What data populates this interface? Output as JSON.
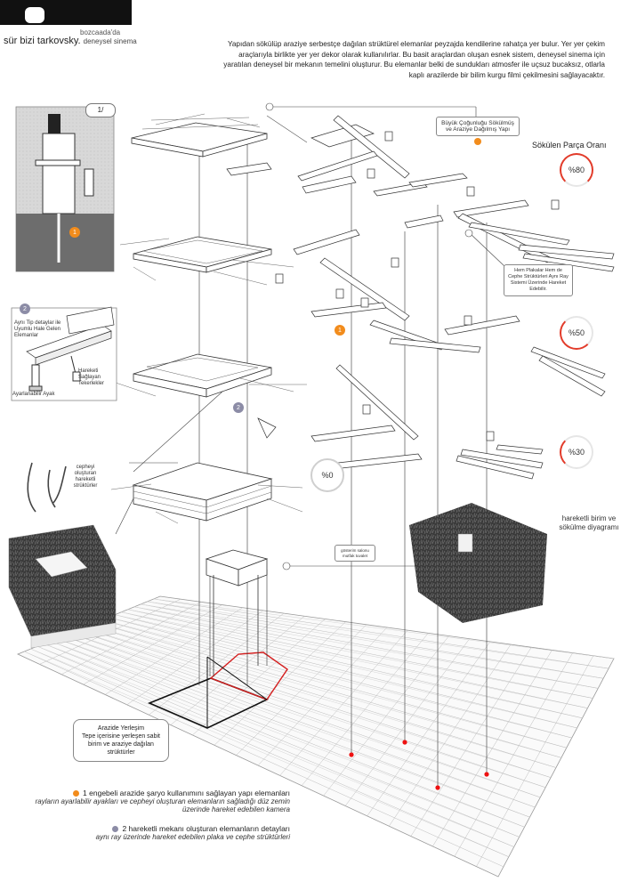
{
  "header": {
    "place": "bozcaada'da",
    "title": "sür bizi tarkovsky.",
    "subtitle": "deneysel sinema"
  },
  "description": "Yapıdan sökülüp araziye serbestçe dağılan strüktürel elemanlar peyzajda kendilerine rahatça yer bulur. Yer yer çekim araçlarıyla birlikte yer yer dekor olarak kullanılırlar. Bu basit araçlardan oluşan esnek sistem, deneysel sinema için yaratılan deneysel bir mekanın temelini oluşturur. Bu elemanlar belki de sundukları atmosfer ile uçsuz bucaksız, otlarla kaplı arazilerde bir bilim kurgu filmi çekilmesini sağlayacaktır.",
  "callouts": {
    "scattered": "Büyük Çoğunluğu Sökülmüş ve Araziye Dağılmış Yapı",
    "rails": "Hem Plakalar Hem de Cephe Strüktürleri Aynı Ray Sistemi Üzerinde Hareket Edebilir.",
    "facade": "cepheyi oluşturan hareketli strüktürler",
    "mobile_unit": "hareketli birim ve sökülme diyagramı",
    "placement_title": "Arazide Yerleşim",
    "placement_text": "Tepe içerisine yerleşen sabit birim ve araziye dağılan strüktürler",
    "small_note": "gösterim salonu mutfak tuvalet",
    "detail_top": "Aynı Tip detaylar ile Uyumlu Hale Gelen Elemanlar",
    "detail_mid": "Hareketi Sağlayan Tekerlekler",
    "detail_bottom": "Ayarlanabilir Ayak",
    "panel1_num": "1/"
  },
  "percent": {
    "title": "Sökülen Parça Oranı",
    "p80": "%80",
    "p50": "%50",
    "p30": "%30",
    "p0": "%0"
  },
  "badges": {
    "one": "1",
    "two": "2"
  },
  "legend": {
    "item1_title": "1 engebeli arazide şaryo kullanımını sağlayan yapı elemanları",
    "item1_text": "rayların ayarlabilir ayakları ve cepheyi oluşturan elemanların sağladığı düz zemin üzerinde hareket edebilen kamera",
    "item2_title": "2 hareketli mekanı oluşturan elemanların detayları",
    "item2_text": "aynı ray üzerinde hareket edebilen plaka ve cephe strüktürleri"
  },
  "colors": {
    "accent_red": "#e23b2a",
    "accent_orange": "#f28c1c",
    "accent_purple": "#8c8ca6"
  }
}
